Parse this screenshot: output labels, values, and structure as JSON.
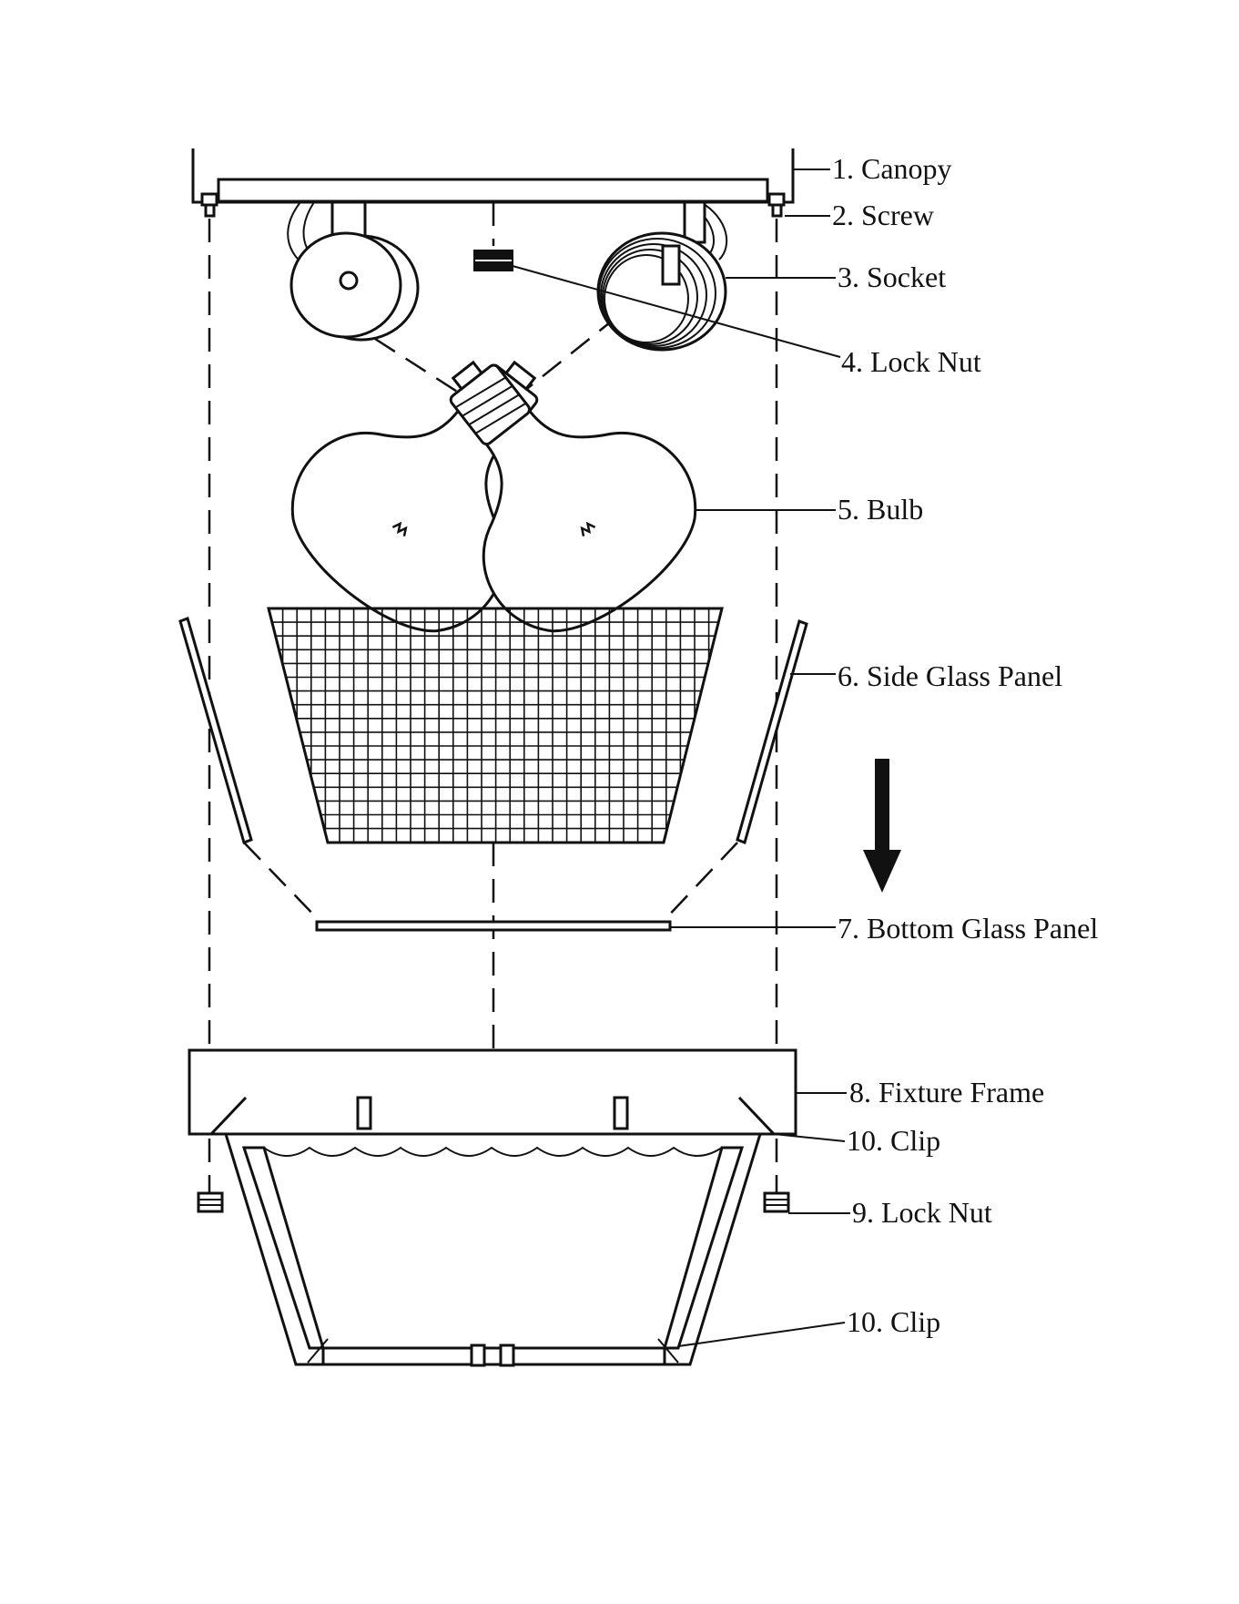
{
  "labels": {
    "canopy": "1. Canopy",
    "screw": "2. Screw",
    "socket": "3. Socket",
    "lock_nut_top": "4. Lock Nut",
    "bulb": "5. Bulb",
    "side_glass_panel": "6. Side Glass Panel",
    "bottom_glass_panel": "7. Bottom Glass Panel",
    "fixture_frame": "8. Fixture Frame",
    "clip_upper": "10. Clip",
    "lock_nut_bottom": "9. Lock Nut",
    "clip_lower": "10. Clip"
  },
  "colors": {
    "ink": "#111111",
    "paper": "#ffffff"
  }
}
